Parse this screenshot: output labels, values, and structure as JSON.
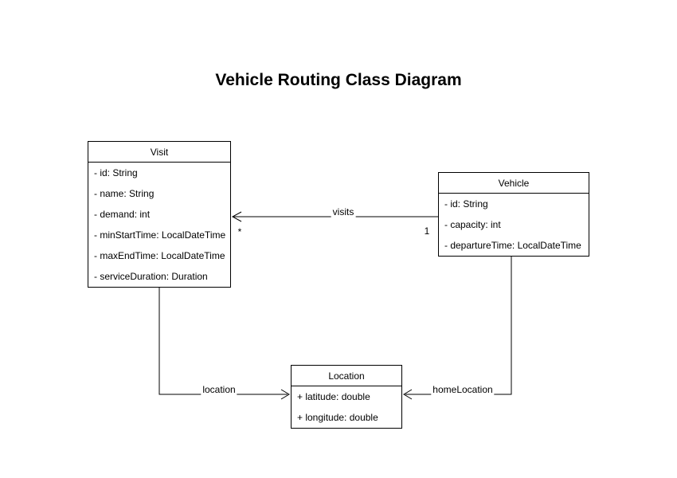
{
  "title": "Vehicle Routing Class Diagram",
  "colors": {
    "stroke": "#000000",
    "fill": "#ffffff",
    "background": "#ffffff",
    "text": "#000000"
  },
  "classes": {
    "visit": {
      "name": "Visit",
      "attributes": [
        "- id: String",
        "- name: String",
        "- demand: int",
        "- minStartTime: LocalDateTime",
        "- maxEndTime: LocalDateTime",
        "- serviceDuration: Duration"
      ]
    },
    "vehicle": {
      "name": "Vehicle",
      "attributes": [
        "- id: String",
        "- capacity: int",
        "- departureTime: LocalDateTime"
      ]
    },
    "location": {
      "name": "Location",
      "attributes": [
        "+ latitude: double",
        "+ longitude: double"
      ]
    }
  },
  "edges": {
    "visits": {
      "label": "visits",
      "source": "Vehicle",
      "target": "Visit",
      "source_multiplicity": "1",
      "target_multiplicity": "*"
    },
    "location": {
      "label": "location",
      "source": "Visit",
      "target": "Location"
    },
    "homeLocation": {
      "label": "homeLocation",
      "source": "Vehicle",
      "target": "Location"
    }
  }
}
